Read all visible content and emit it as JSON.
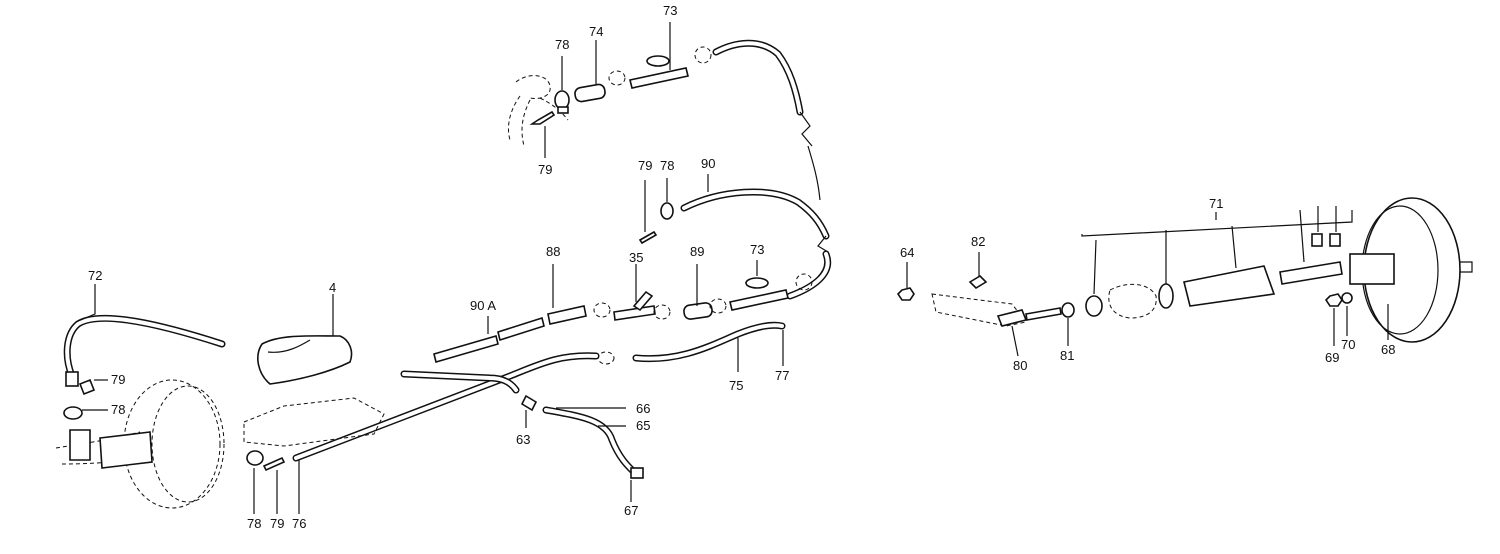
{
  "diagram": {
    "callouts": [
      {
        "id": "73a",
        "text": "73"
      },
      {
        "id": "74",
        "text": "74"
      },
      {
        "id": "78a",
        "text": "78"
      },
      {
        "id": "79a",
        "text": "79"
      },
      {
        "id": "79b",
        "text": "79"
      },
      {
        "id": "78b",
        "text": "78"
      },
      {
        "id": "90",
        "text": "90"
      },
      {
        "id": "88",
        "text": "88"
      },
      {
        "id": "35",
        "text": "35"
      },
      {
        "id": "89",
        "text": "89"
      },
      {
        "id": "73b",
        "text": "73"
      },
      {
        "id": "90A",
        "text": "90 A"
      },
      {
        "id": "4",
        "text": "4"
      },
      {
        "id": "72",
        "text": "72"
      },
      {
        "id": "79c",
        "text": "79"
      },
      {
        "id": "78c",
        "text": "78"
      },
      {
        "id": "78d",
        "text": "78"
      },
      {
        "id": "79d",
        "text": "79"
      },
      {
        "id": "76",
        "text": "76"
      },
      {
        "id": "63",
        "text": "63"
      },
      {
        "id": "66",
        "text": "66"
      },
      {
        "id": "65",
        "text": "65"
      },
      {
        "id": "67",
        "text": "67"
      },
      {
        "id": "75",
        "text": "75"
      },
      {
        "id": "77",
        "text": "77"
      },
      {
        "id": "64",
        "text": "64"
      },
      {
        "id": "82",
        "text": "82"
      },
      {
        "id": "80",
        "text": "80"
      },
      {
        "id": "81",
        "text": "81"
      },
      {
        "id": "71",
        "text": "71"
      },
      {
        "id": "69",
        "text": "69"
      },
      {
        "id": "70",
        "text": "70"
      },
      {
        "id": "68",
        "text": "68"
      }
    ]
  }
}
